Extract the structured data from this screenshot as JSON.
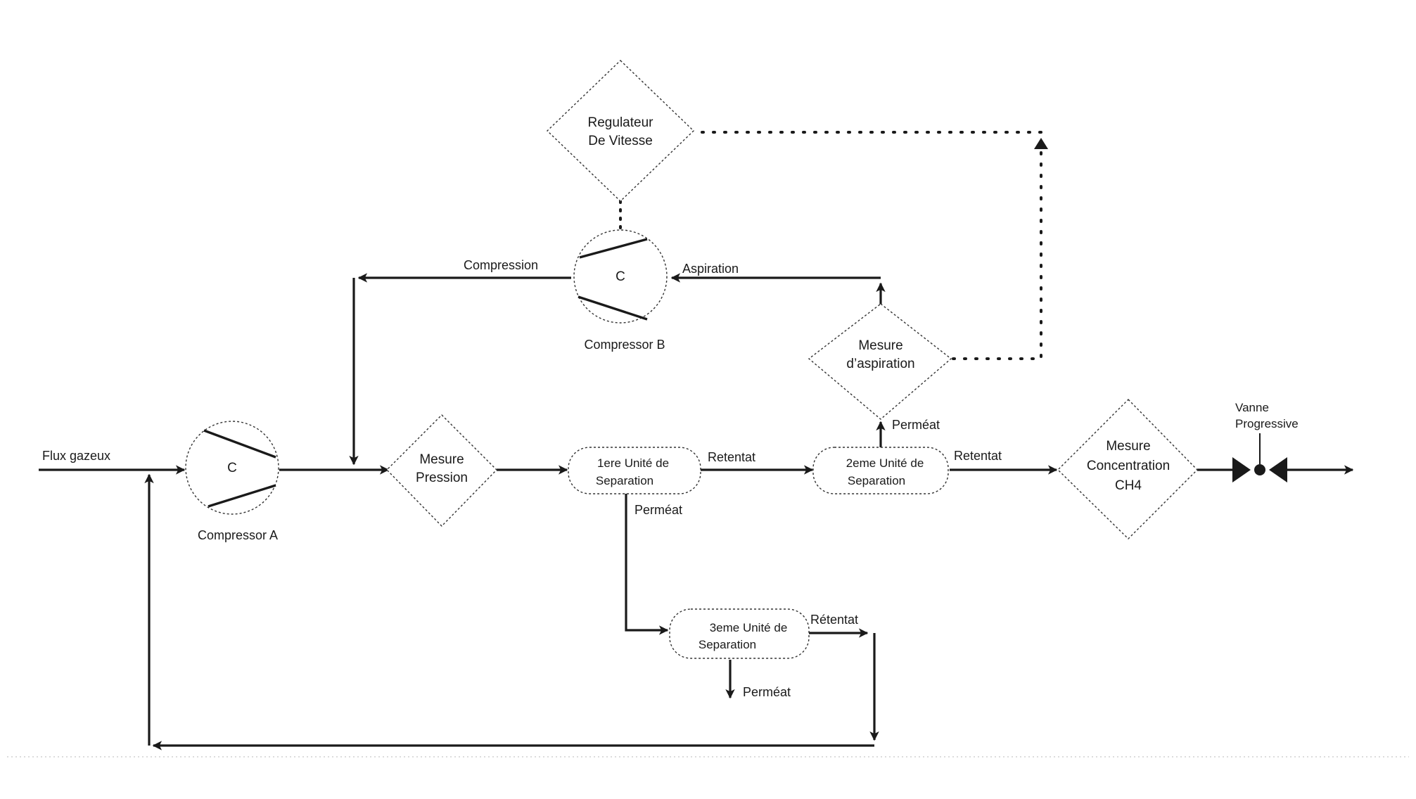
{
  "labels": {
    "flux_gazeux": "Flux gazeux",
    "compression": "Compression",
    "aspiration": "Aspiration",
    "retentat_1": "Retentat",
    "retentat_2": "Retentat",
    "retentat_3": "Rétentat",
    "permeat_1": "Perméat",
    "permeat_2": "Perméat",
    "permeat_3": "Perméat"
  },
  "nodes": {
    "compressor_a": {
      "symbol": "C",
      "label": "Compressor A"
    },
    "compressor_b": {
      "symbol": "C",
      "label": "Compressor B"
    },
    "regulateur": {
      "line1": "Regulateur",
      "line2": "De Vitesse"
    },
    "mesure_pression": {
      "line1": "Mesure",
      "line2": "Pression"
    },
    "mesure_aspiration": {
      "line1": "Mesure",
      "line2": "d’aspiration"
    },
    "mesure_concentration": {
      "line1": "Mesure",
      "line2": "Concentration",
      "line3": "CH4"
    },
    "unite_1": {
      "line1": "1ere Unité de",
      "line2": "Separation"
    },
    "unite_2": {
      "line1": "2eme Unité de",
      "line2": "Separation"
    },
    "unite_3": {
      "line1": "3eme Unité de",
      "line2": "Separation"
    },
    "vanne": {
      "line1": "Vanne",
      "line2": "Progressive"
    }
  }
}
